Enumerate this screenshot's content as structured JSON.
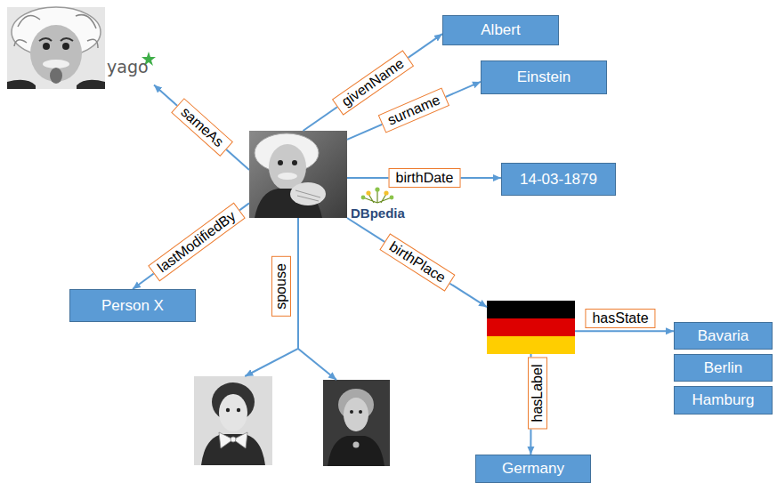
{
  "diagram": {
    "nodes": [
      {
        "text": [
          "yago"
        ]
      },
      {
        "text": [
          "Albert"
        ]
      },
      {
        "text": [
          "Einstein"
        ]
      },
      {
        "text": [
          "DBpedia"
        ]
      },
      {
        "text": [
          "14-03-1879"
        ]
      },
      {
        "text": [
          "Person X"
        ]
      },
      {
        "text": []
      },
      {
        "text": [
          "Bavaria"
        ]
      },
      {
        "text": [
          "Berlin"
        ]
      },
      {
        "text": [
          "Hamburg"
        ]
      },
      {
        "text": []
      },
      {
        "text": []
      },
      {
        "text": [
          "Germany"
        ]
      }
    ],
    "edges": [
      {
        "from": 3,
        "to": 0,
        "label": "sameAs",
        "arrow": "to"
      },
      {
        "from": 3,
        "to": 1,
        "label": "givenName",
        "arrow": "to"
      },
      {
        "from": 3,
        "to": 2,
        "label": "surname",
        "arrow": "to"
      },
      {
        "from": 3,
        "to": 4,
        "label": "birthDate",
        "arrow": "to"
      },
      {
        "from": 3,
        "to": 5,
        "label": "lastModifiedBy",
        "arrow": "to"
      },
      {
        "from": 3,
        "to": 6,
        "label": "birthPlace",
        "arrow": "to"
      },
      {
        "from": 3,
        "to": 10,
        "label": "spouse",
        "arrow": "to"
      },
      {
        "from": 3,
        "to": 11,
        "arrow": "to"
      },
      {
        "from": 6,
        "to": 7,
        "label": "hasState",
        "arrow": "to"
      },
      {
        "from": 6,
        "to": 12,
        "label": "hasLabel",
        "arrow": "to"
      }
    ]
  }
}
